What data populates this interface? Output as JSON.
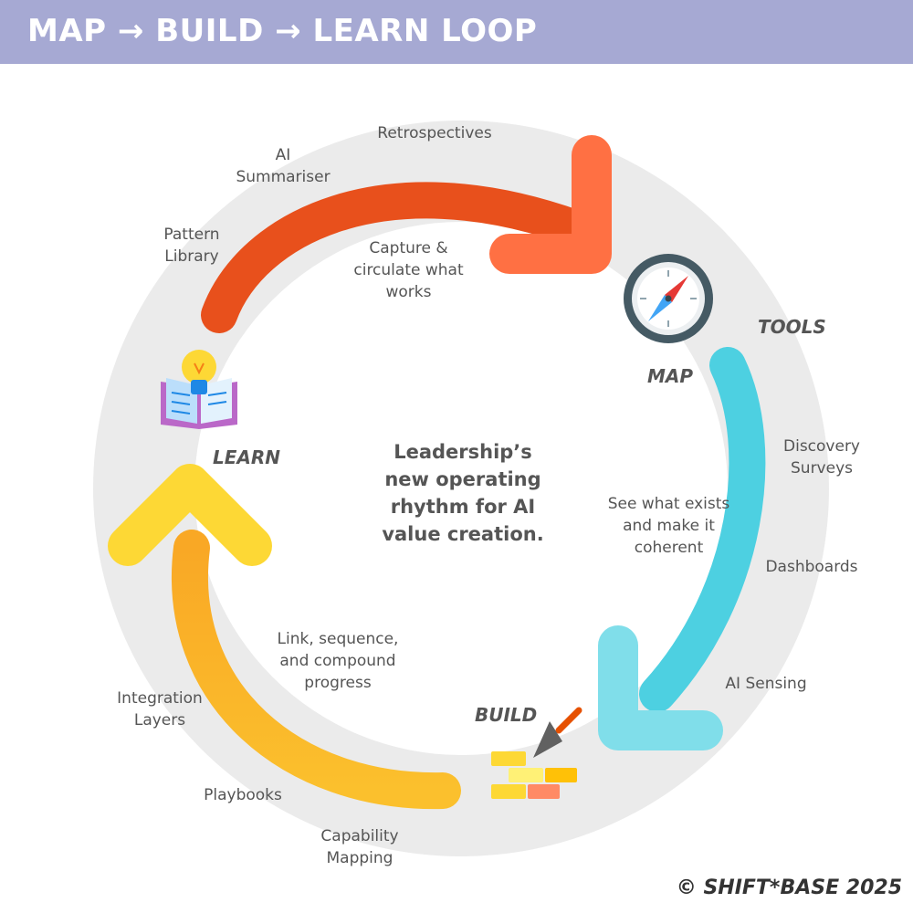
{
  "header": {
    "title": "MAP → BUILD → LEARN LOOP"
  },
  "center_text": "Leadership’s\nnew operating\nrhythm for AI\nvalue creation.",
  "stages": {
    "map": "MAP",
    "build": "BUILD",
    "learn": "LEARN",
    "tools": "TOOLS"
  },
  "arrow_captions": {
    "learn": "Capture &\ncirculate what\nworks",
    "map": "See what exists\nand make it\ncoherent",
    "build": "Link, sequence,\nand compound\nprogress"
  },
  "tools": {
    "learn": [
      "Retrospectives",
      "AI\nSummariser",
      "Pattern\nLibrary"
    ],
    "map": [
      "Discovery\nSurveys",
      "Dashboards",
      "AI Sensing"
    ],
    "build": [
      "Integration\nLayers",
      "Playbooks",
      "Capability\nMapping"
    ]
  },
  "footer": {
    "copyright": "©  SHIFT*BASE 2025"
  },
  "colors": {
    "header_bg": "#a6a9d3",
    "ring": "#ebebeb",
    "learn_arrow": "#e8501c",
    "learn_arrow_head": "#ff7043",
    "map_arrow": "#4dd0e1",
    "map_arrow_head": "#80deea",
    "build_arrow": "#fbc02d",
    "build_arrow_head": "#fdd835"
  },
  "icons": {
    "map": "compass-icon",
    "learn": "book-lightbulb-icon",
    "build": "bricks-trowel-icon"
  }
}
